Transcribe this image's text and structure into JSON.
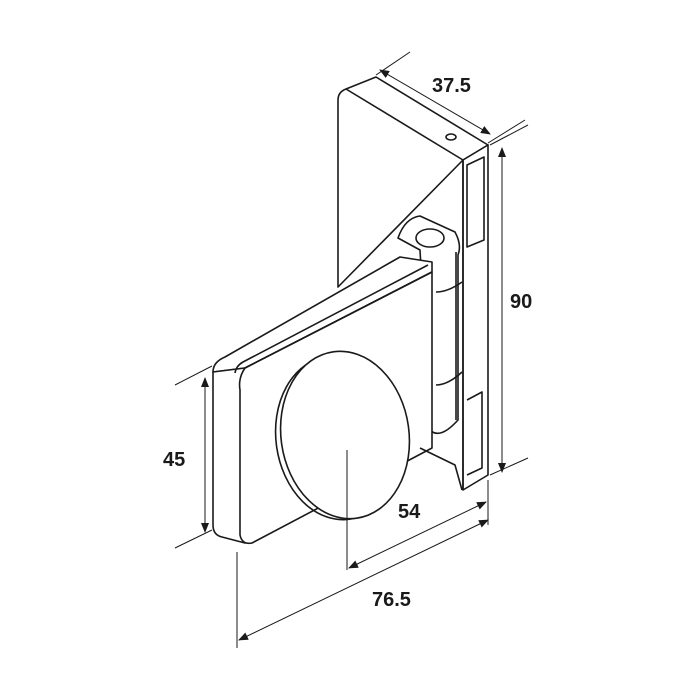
{
  "dimensions": {
    "depth": "37.5",
    "height": "90",
    "plate_height": "45",
    "center_offset": "54",
    "total_width": "76.5"
  }
}
